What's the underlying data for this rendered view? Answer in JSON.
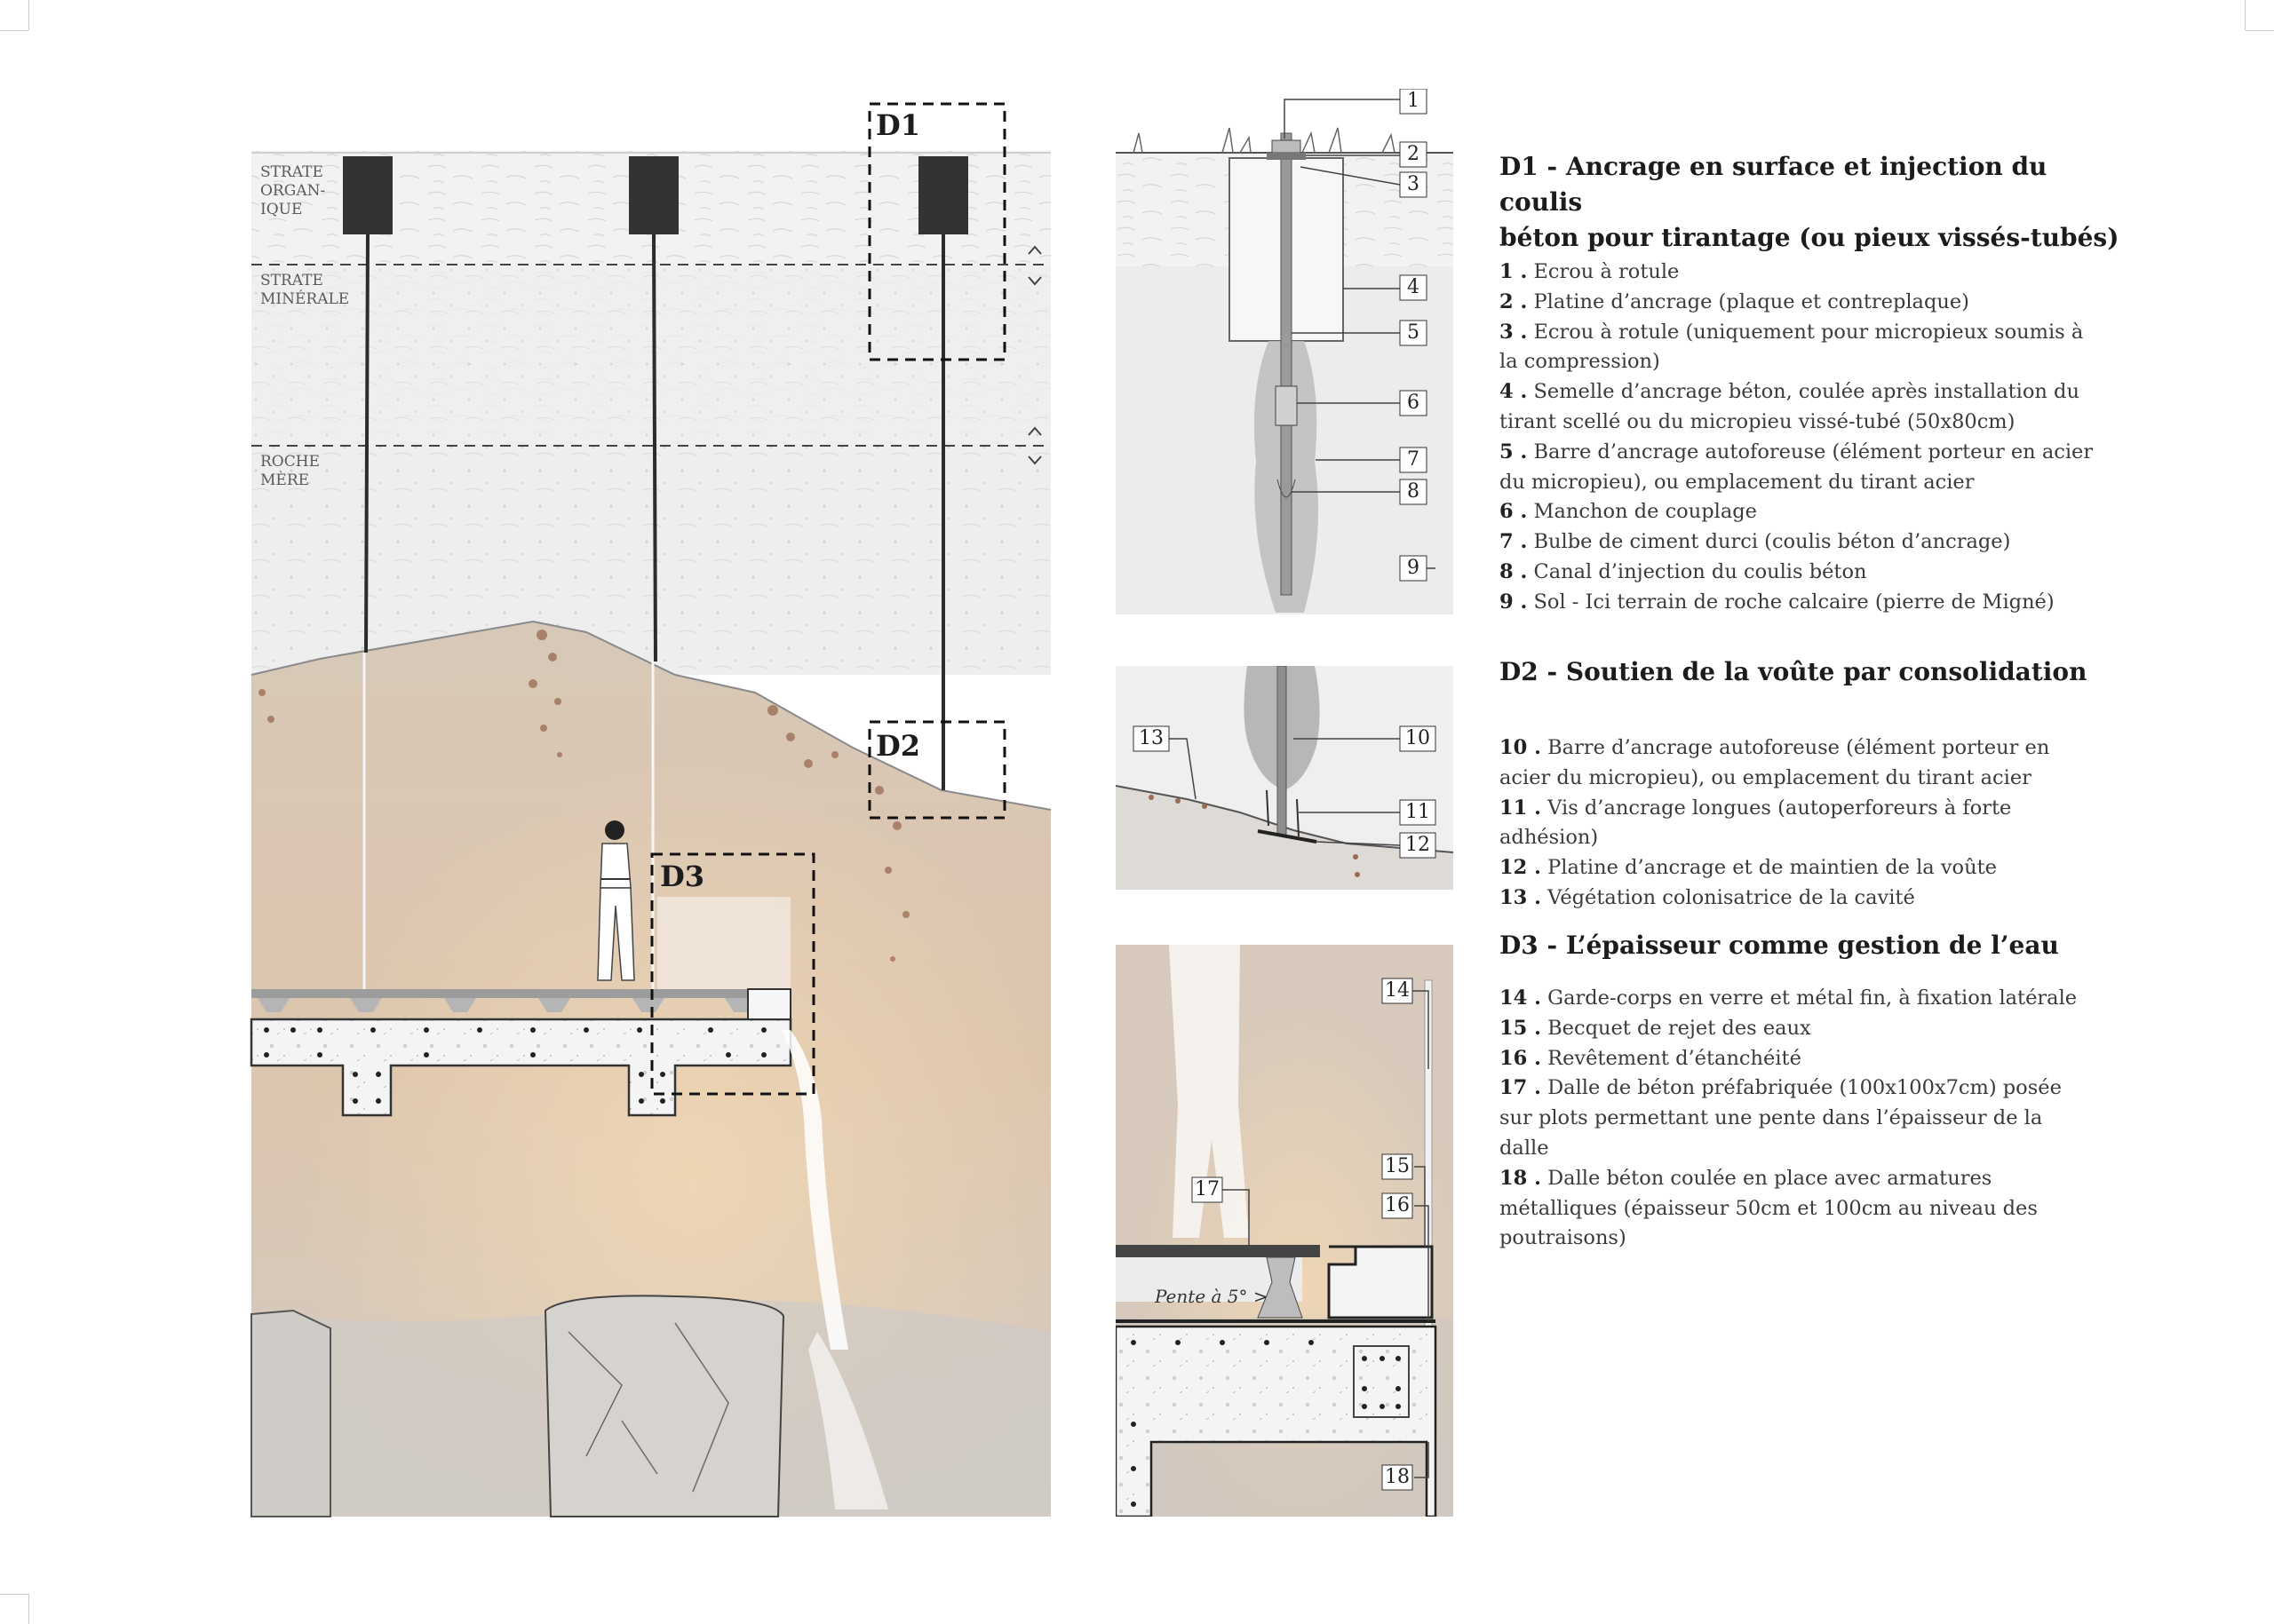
{
  "section_main": {
    "strata": [
      {
        "label": "STRATE ORGAN- IQUE",
        "lines": [
          "STRATE",
          "ORGAN-",
          "IQUE"
        ]
      },
      {
        "label": "STRATE MINÉRALE",
        "lines": [
          "STRATE",
          "MINÉRALE"
        ]
      },
      {
        "label": "ROCHE MÈRE",
        "lines": [
          "ROCHE",
          "MÈRE"
        ]
      }
    ],
    "detail_boxes": [
      "D1",
      "D2",
      "D3"
    ],
    "level_markers": [
      "^",
      "v"
    ]
  },
  "d1": {
    "title_lines": [
      "D1 - Ancrage en surface et injection du coulis",
      "béton pour tirantage (ou pieux vissés-tubés)"
    ],
    "callouts": [
      "1",
      "2",
      "3",
      "4",
      "5",
      "6",
      "7",
      "8",
      "9"
    ],
    "items": [
      {
        "num": "1 .",
        "text": "Ecrou à rotule"
      },
      {
        "num": "2 .",
        "text": "Platine d’ancrage (plaque et contreplaque)"
      },
      {
        "num": "3 .",
        "text": "Ecrou à rotule (uniquement pour micropieux soumis à la compression)"
      },
      {
        "num": "4 .",
        "text": "Semelle d’ancrage béton, coulée après installation du tirant scellé ou du micropieu vissé-tubé (50x80cm)"
      },
      {
        "num": "5 .",
        "text": "Barre d’ancrage autoforeuse (élément porteur en acier du micropieu), ou emplacement du tirant acier"
      },
      {
        "num": "6 .",
        "text": "Manchon de couplage"
      },
      {
        "num": "7 .",
        "text": "Bulbe de ciment durci (coulis béton d’ancrage)"
      },
      {
        "num": "8 .",
        "text": "Canal d’injection du coulis béton"
      },
      {
        "num": "9 .",
        "text": "Sol - Ici terrain de roche calcaire (pierre de Migné)"
      }
    ]
  },
  "d2": {
    "title": "D2 - Soutien de la voûte par consolidation",
    "callouts": [
      "13",
      "10",
      "11",
      "12"
    ],
    "items": [
      {
        "num": "10 .",
        "text": "Barre d’ancrage autoforeuse (élément porteur en acier du micropieu), ou emplacement du tirant acier"
      },
      {
        "num": "11 .",
        "text": "Vis d’ancrage longues (autoperforeurs à forte adhésion)"
      },
      {
        "num": "12 .",
        "text": "Platine d’ancrage et de maintien de la voûte"
      },
      {
        "num": "13 .",
        "text": "Végétation colonisatrice de la cavité"
      }
    ]
  },
  "d3": {
    "title": "D3 - L’épaisseur comme gestion de l’eau",
    "callouts": [
      "14",
      "15",
      "16",
      "17",
      "18"
    ],
    "slope_label": "Pente à 5° >",
    "items": [
      {
        "num": "14 .",
        "text": "Garde-corps en verre et métal fin, à fixation latérale"
      },
      {
        "num": "15 .",
        "text": "Becquet de rejet des eaux"
      },
      {
        "num": "16 .",
        "text": "Revêtement d’étanchéité"
      },
      {
        "num": "17 .",
        "text": "Dalle de béton préfabriquée (100x100x7cm) posée sur plots permettant une pente dans l’épaisseur de la dalle"
      },
      {
        "num": "18 .",
        "text": "Dalle béton coulée en place avec armatures métalliques (épaisseur 50cm et 100cm au niveau des poutraisons)"
      }
    ]
  },
  "colors": {
    "ink": "#1c1c1c",
    "cave_warm": "#d9c4b0",
    "soil": "#efefef",
    "rock": "#c9c4bf",
    "rust": "#9a6a52"
  }
}
